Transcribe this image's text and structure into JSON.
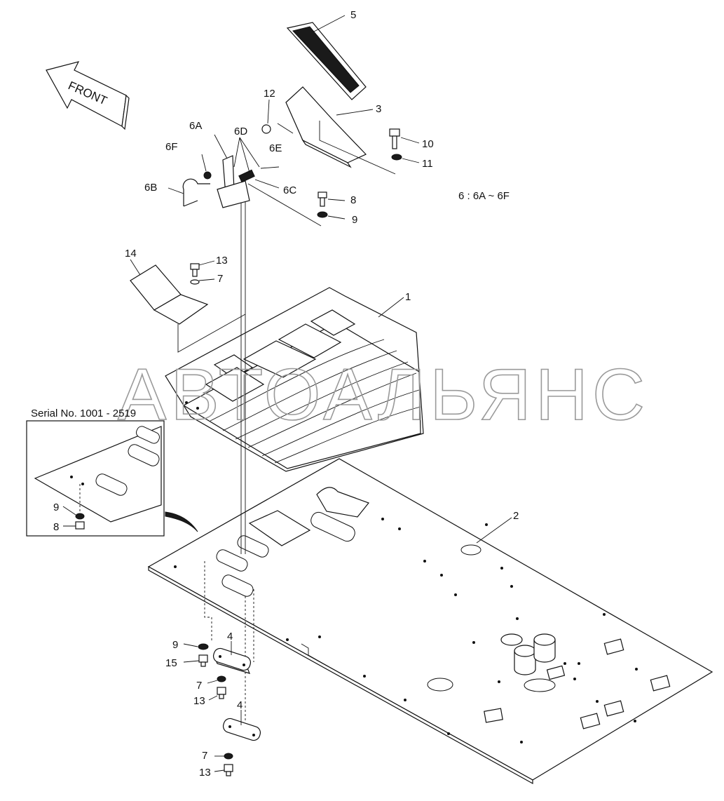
{
  "direction_label": "FRONT",
  "note": "6 : 6A ~ 6F",
  "inset_title": "Serial No. 1001 - 2519",
  "watermark": "АВТОАЛЬЯНС",
  "callouts": {
    "c1": "1",
    "c2": "2",
    "c3": "3",
    "c4a": "4",
    "c4b": "4",
    "c5": "5",
    "c6A": "6A",
    "c6B": "6B",
    "c6C": "6C",
    "c6D": "6D",
    "c6E": "6E",
    "c6F": "6F",
    "c7a": "7",
    "c7b": "7",
    "c7c": "7",
    "c8a": "8",
    "c8b": "8",
    "c9a": "9",
    "c9b": "9",
    "c9c": "9",
    "c10": "10",
    "c11": "11",
    "c12": "12",
    "c13a": "13",
    "c13b": "13",
    "c13c": "13",
    "c14": "14",
    "c15": "15"
  }
}
